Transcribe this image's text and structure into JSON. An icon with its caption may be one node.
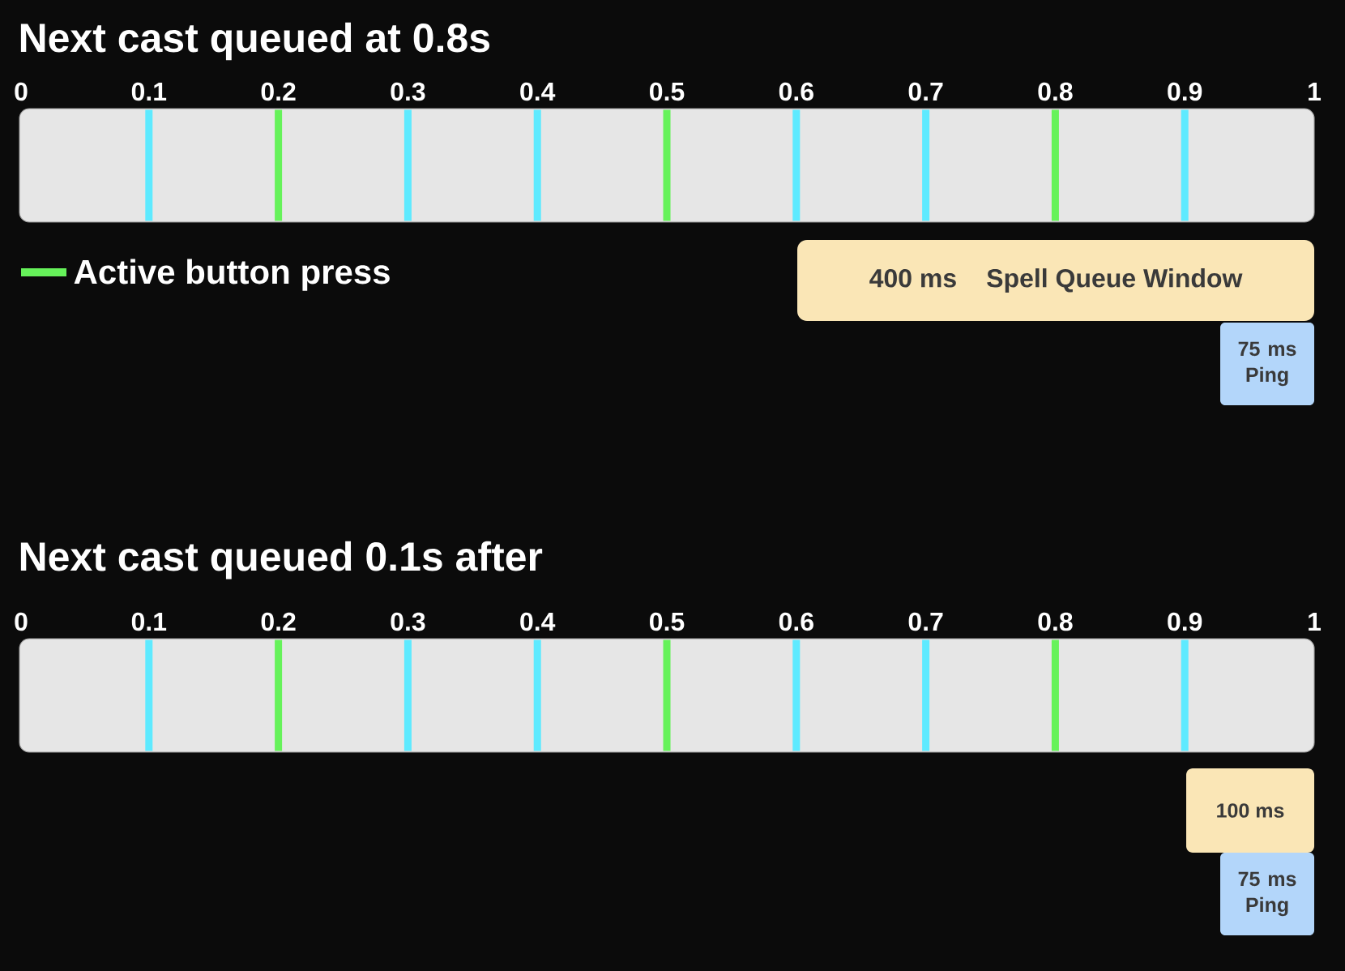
{
  "diagram": {
    "nodes": [
      {
        "text": [],
        "shape": "bar",
        "beside": [
          "0",
          "0.1",
          "0.2",
          "0.3",
          "0.4",
          "0.5",
          "0.6",
          "0.7",
          "0.8",
          "0.9",
          "1"
        ]
      },
      {
        "text": [
          "400 ms",
          "Spell Queue Window"
        ]
      },
      {
        "text": [
          "75 ms Ping"
        ]
      },
      {
        "text": [],
        "shape": "bar",
        "beside": [
          "0",
          "0.1",
          "0.2",
          "0.3",
          "0.4",
          "0.5",
          "0.6",
          "0.7",
          "0.8",
          "0.9",
          "1"
        ]
      },
      {
        "text": [
          "100 ms"
        ]
      },
      {
        "text": [
          "75 ms Ping"
        ]
      }
    ],
    "labels": [
      "Next cast queued at 0.8s",
      "Next cast queued 0.1s after"
    ],
    "legend": [
      {
        "text": "Active button press",
        "color": "#66f25a"
      }
    ]
  }
}
